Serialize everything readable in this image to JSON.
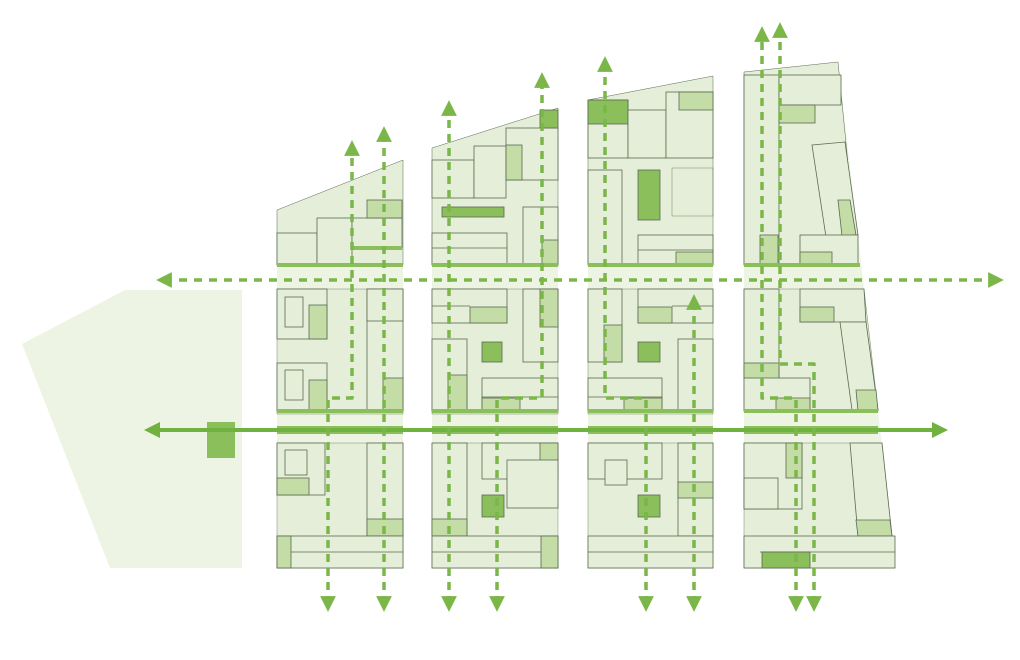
{
  "diagram": {
    "kind": "urban-block-circulation-plan",
    "colors": {
      "background": "#ffffff",
      "site_fill": "#eef4e4",
      "block_fill": "#e5eed8",
      "building_light": "#c4dca6",
      "building_dark": "#8bbf5c",
      "outline": "#5a6a50",
      "arrow_main": "#6fb23f",
      "arrow_secondary": "#7ab648"
    },
    "arrow_styles": {
      "primary_axis": "solid",
      "secondary_routes": "dashed"
    },
    "block_columns": 4,
    "block_rows": 3,
    "vertical_routes": 10,
    "horizontal_routes": 2
  }
}
